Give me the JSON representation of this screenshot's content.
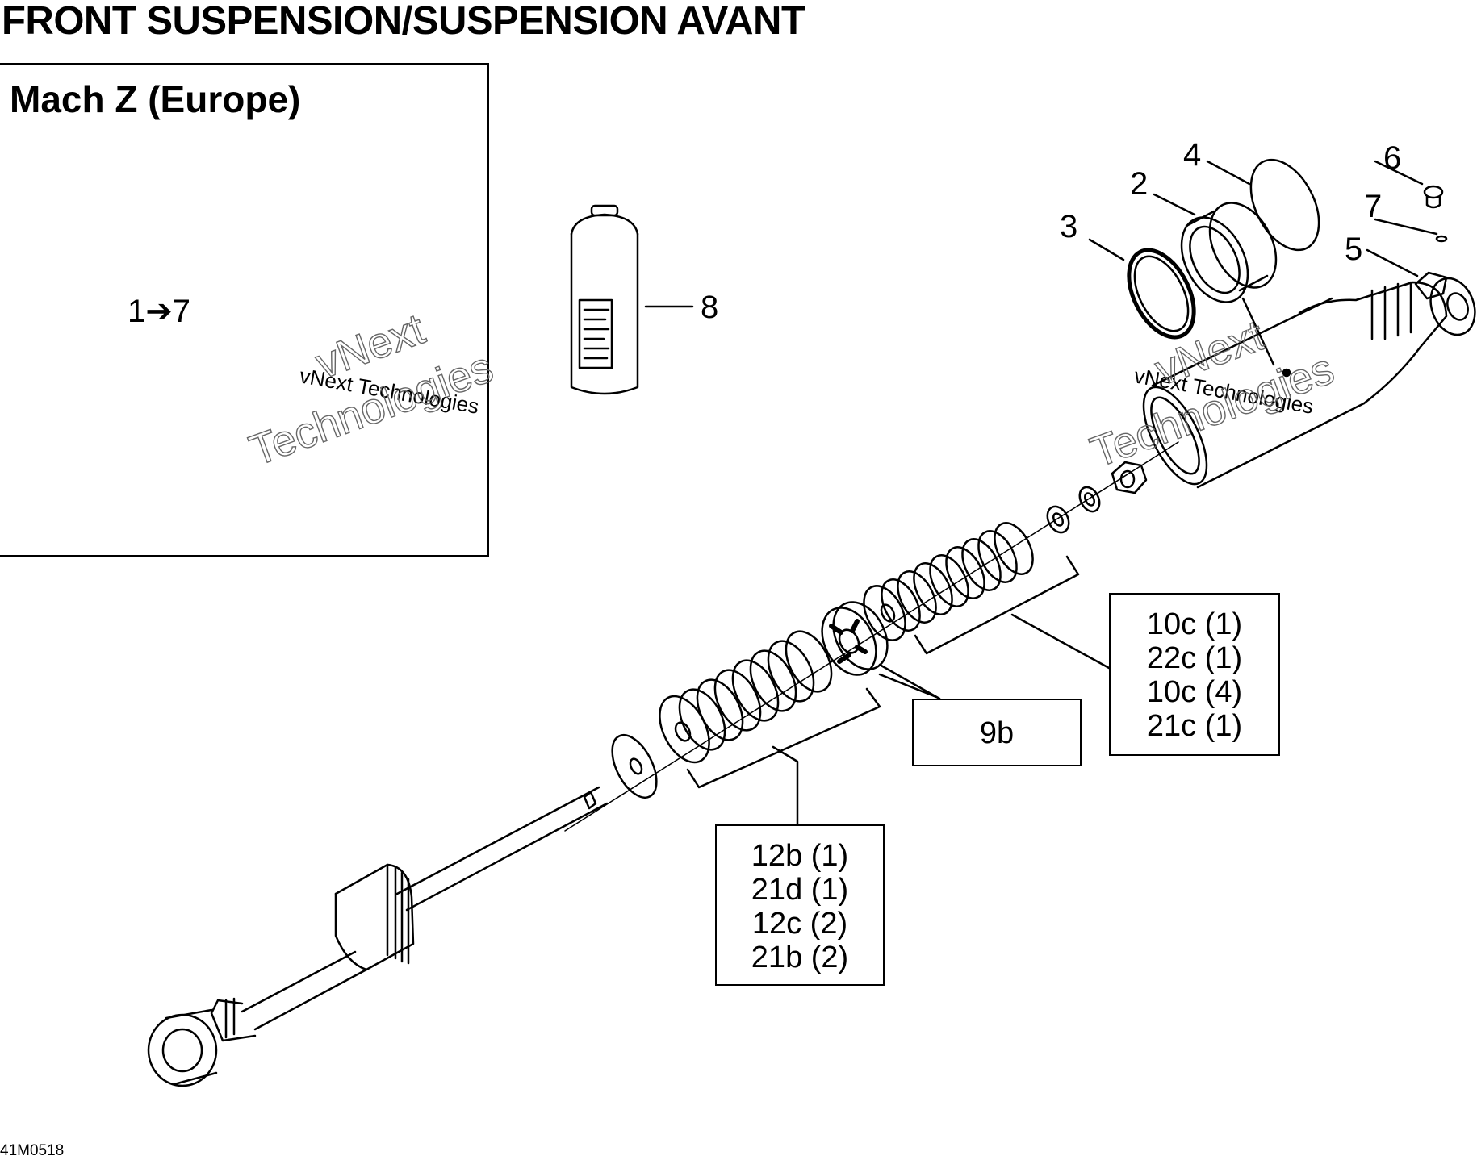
{
  "page": {
    "title": "FRONT SUSPENSION/SUSPENSION AVANT",
    "drawing_code": "41M0518"
  },
  "inset": {
    "title": "Mach Z (Europe)",
    "range_from": "1",
    "range_arrow": "➔",
    "range_to": "7"
  },
  "parts": {
    "p8": "8",
    "p4": "4",
    "p2": "2",
    "p3": "3",
    "p6": "6",
    "p7": "7",
    "p5": "5"
  },
  "callouts": {
    "valve": "9b",
    "upper_shims": [
      "10c (1)",
      "22c (1)",
      "10c (4)",
      "21c (1)"
    ],
    "lower_shims": [
      "12b (1)",
      "21d (1)",
      "12c (2)",
      "21b (2)"
    ]
  },
  "watermark": {
    "text": "vNext Technologies",
    "outline_line1": "vNext",
    "outline_line2": "Technologies"
  }
}
